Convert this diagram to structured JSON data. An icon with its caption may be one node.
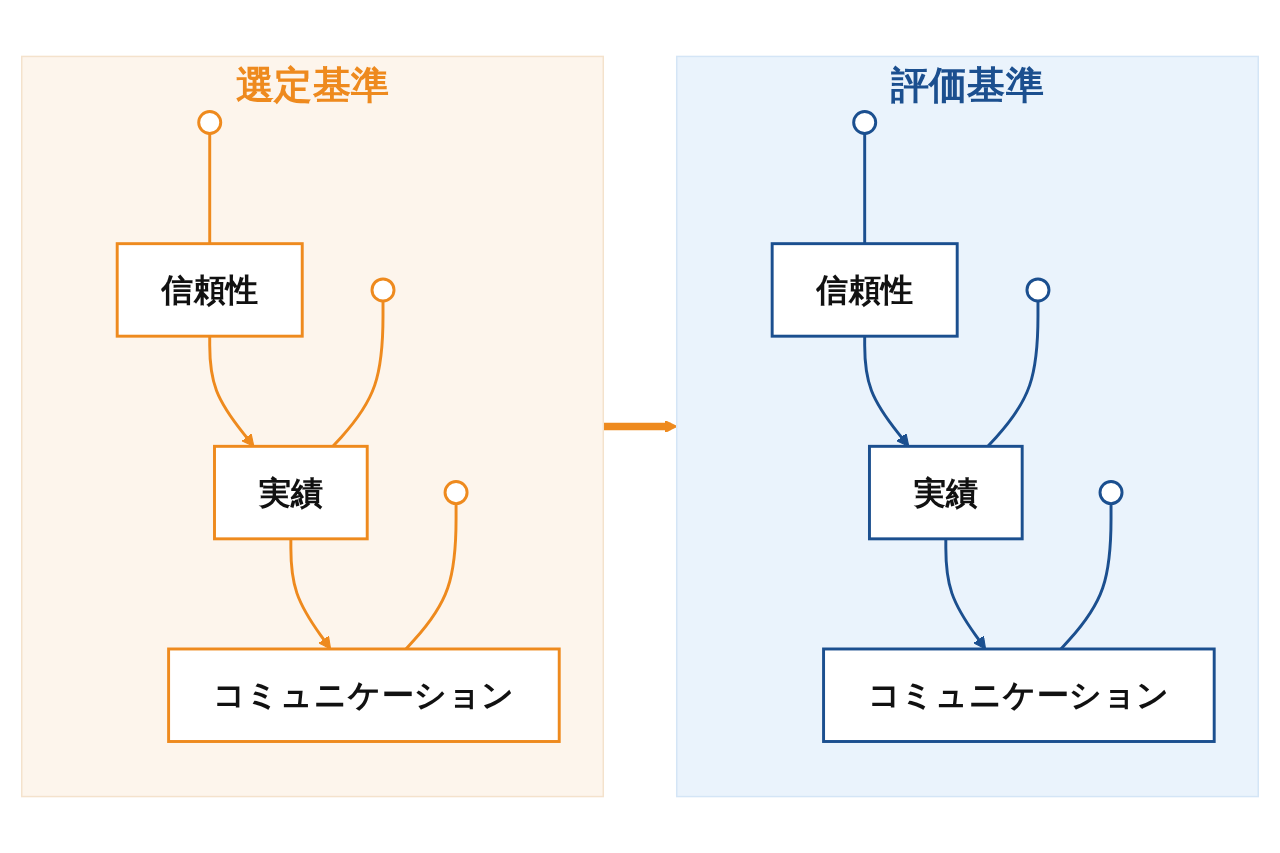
{
  "diagram": {
    "nodes": [
      {
        "text": [
          "選定基準"
        ]
      },
      {
        "text": [],
        "shape": "circle",
        "in": 0
      },
      {
        "text": [
          "信頼性"
        ],
        "in": 0
      },
      {
        "text": [],
        "shape": "circle",
        "in": 0
      },
      {
        "text": [
          "実績"
        ],
        "in": 0
      },
      {
        "text": [],
        "shape": "circle",
        "in": 0
      },
      {
        "text": [
          "コミュニケーション"
        ],
        "in": 0
      },
      {
        "text": [
          "評価基準"
        ]
      },
      {
        "text": [],
        "shape": "circle",
        "in": 7
      },
      {
        "text": [
          "信頼性"
        ],
        "in": 7
      },
      {
        "text": [],
        "shape": "circle",
        "in": 7
      },
      {
        "text": [
          "実績"
        ],
        "in": 7
      },
      {
        "text": [],
        "shape": "circle",
        "in": 7
      },
      {
        "text": [
          "コミュニケーション"
        ],
        "in": 7
      }
    ],
    "edges": [
      {
        "from": 1,
        "to": 2,
        "arrow": "none"
      },
      {
        "from": 2,
        "to": 4,
        "arrow": "to"
      },
      {
        "from": 3,
        "to": 4,
        "arrow": "none"
      },
      {
        "from": 4,
        "to": 6,
        "arrow": "to"
      },
      {
        "from": 5,
        "to": 6,
        "arrow": "none"
      },
      {
        "from": 0,
        "to": 7,
        "arrow": "to",
        "style": "thick"
      },
      {
        "from": 8,
        "to": 9,
        "arrow": "none",
        "color": "#1b4f8f"
      },
      {
        "from": 9,
        "to": 11,
        "arrow": "to",
        "color": "#1b4f8f"
      },
      {
        "from": 10,
        "to": 11,
        "arrow": "none",
        "color": "#1b4f8f"
      },
      {
        "from": 11,
        "to": 13,
        "arrow": "to",
        "color": "#1b4f8f"
      },
      {
        "from": 12,
        "to": 13,
        "arrow": "none",
        "color": "#1b4f8f"
      }
    ]
  }
}
